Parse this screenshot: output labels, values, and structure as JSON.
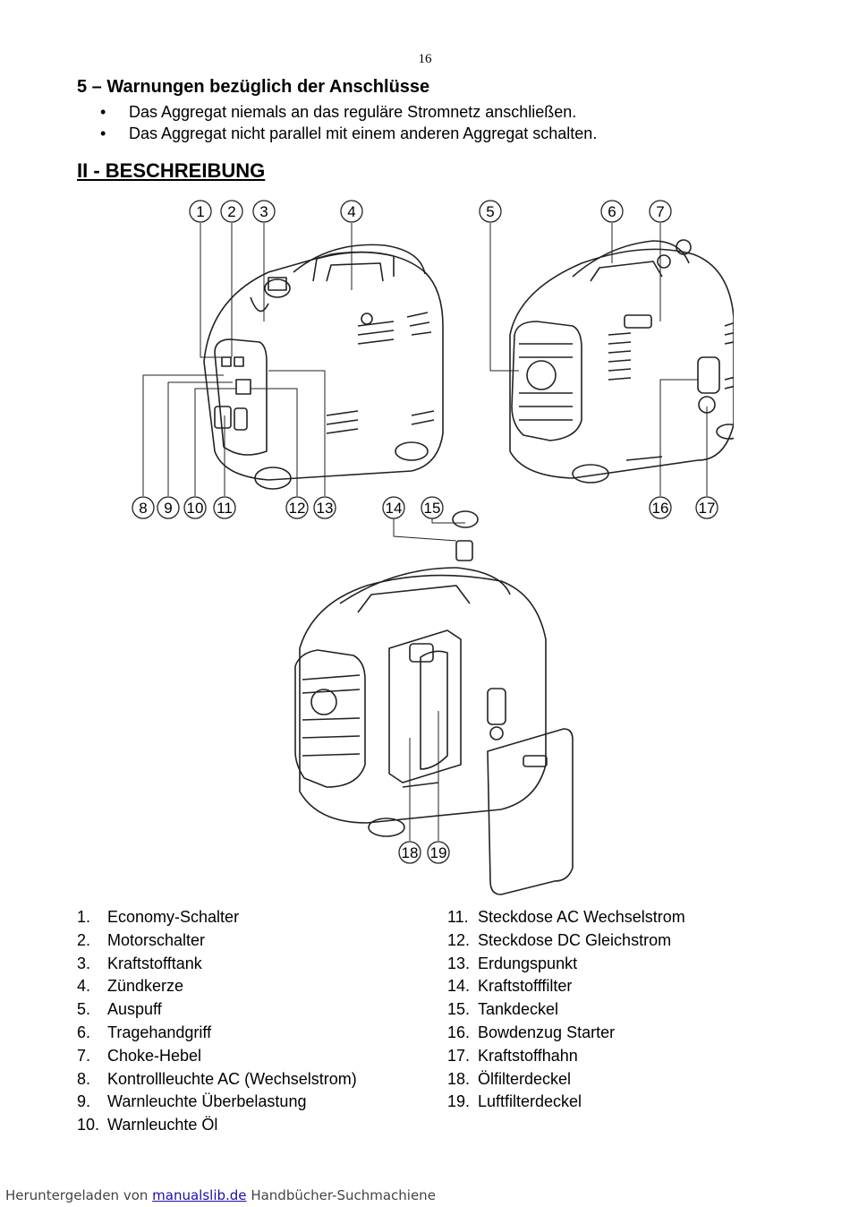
{
  "page_number": "16",
  "section": {
    "heading": "5 – Warnungen bezüglich der Anschlüsse",
    "bullets": [
      "Das Aggregat niemals an das reguläre Stromnetz anschließen.",
      "Das Aggregat nicht parallel mit einem anderen Aggregat schalten."
    ]
  },
  "chapter_heading": "II - BESCHREIBUNG",
  "figure": {
    "callouts": [
      "1",
      "2",
      "3",
      "4",
      "5",
      "6",
      "7",
      "8",
      "9",
      "10",
      "11",
      "12",
      "13",
      "14",
      "15",
      "16",
      "17",
      "18",
      "19"
    ]
  },
  "parts_left": [
    {
      "num": "1.",
      "label": "Economy-Schalter"
    },
    {
      "num": "2.",
      "label": "Motorschalter"
    },
    {
      "num": "3.",
      "label": "Kraftstofftank"
    },
    {
      "num": "4.",
      "label": "Zündkerze"
    },
    {
      "num": "5.",
      "label": "Auspuff"
    },
    {
      "num": "6.",
      "label": "Tragehandgriff"
    },
    {
      "num": "7.",
      "label": "Choke-Hebel"
    },
    {
      "num": "8.",
      "label": "Kontrollleuchte AC (Wechselstrom)"
    },
    {
      "num": "9.",
      "label": "Warnleuchte Überbelastung"
    },
    {
      "num": "10.",
      "label": "Warnleuchte Öl"
    }
  ],
  "parts_right": [
    {
      "num": "11.",
      "label": "Steckdose AC Wechselstrom"
    },
    {
      "num": "12.",
      "label": "Steckdose DC Gleichstrom"
    },
    {
      "num": "13.",
      "label": "Erdungspunkt"
    },
    {
      "num": "14.",
      "label": "Kraftstofffilter"
    },
    {
      "num": "15.",
      "label": "Tankdeckel"
    },
    {
      "num": "16.",
      "label": "Bowdenzug Starter"
    },
    {
      "num": "17.",
      "label": "Kraftstoffhahn"
    },
    {
      "num": "18.",
      "label": "Ölfilterdeckel"
    },
    {
      "num": "19.",
      "label": "Luftfilterdeckel"
    }
  ],
  "footer": {
    "prefix": "Heruntergeladen von ",
    "link": "manualslib.de",
    "suffix": " Handbücher-Suchmachiene"
  }
}
